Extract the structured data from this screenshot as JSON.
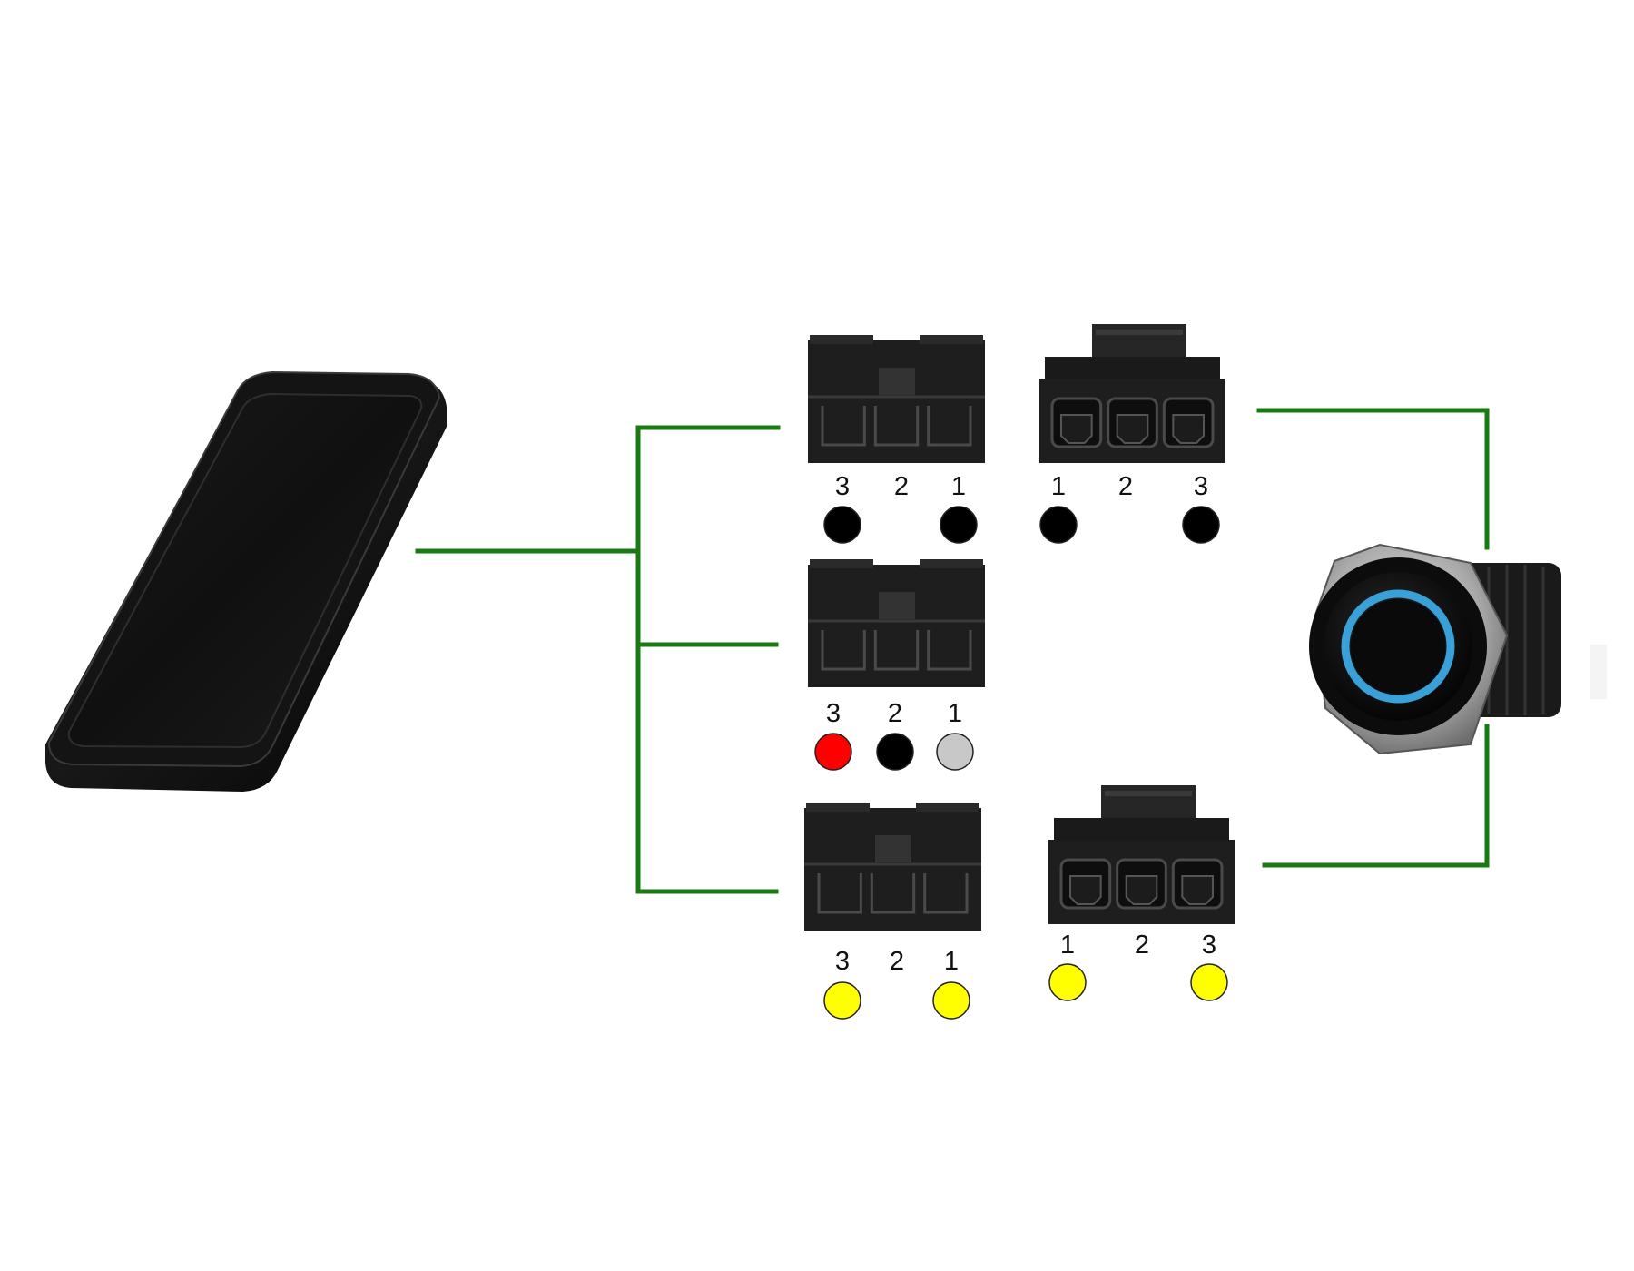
{
  "colors": {
    "wire": "#1a7a12",
    "connector_body": "#1e1e1e",
    "pin_black": "#000000",
    "pin_red": "#ff0000",
    "pin_gray": "#c8c8c8",
    "pin_yellow": "#ffff00",
    "led_ring": "#3aa0d8"
  },
  "devices": {
    "controller": {
      "icon": "handheld-remote-enclosure-icon"
    },
    "push_button": {
      "icon": "illuminated-push-button-icon"
    }
  },
  "connectors": [
    {
      "id": "top-female",
      "icon": "female-3pin-connector-icon",
      "pins": [
        {
          "label": "3",
          "color": "pin_black"
        },
        {
          "label": "2",
          "color": "none"
        },
        {
          "label": "1",
          "color": "pin_black"
        }
      ]
    },
    {
      "id": "top-male",
      "icon": "male-3pin-connector-icon",
      "pins": [
        {
          "label": "1",
          "color": "pin_black"
        },
        {
          "label": "2",
          "color": "none"
        },
        {
          "label": "3",
          "color": "pin_black"
        }
      ]
    },
    {
      "id": "middle-female",
      "icon": "female-3pin-connector-icon",
      "pins": [
        {
          "label": "3",
          "color": "pin_red"
        },
        {
          "label": "2",
          "color": "pin_black"
        },
        {
          "label": "1",
          "color": "pin_gray"
        }
      ]
    },
    {
      "id": "bottom-female",
      "icon": "female-3pin-connector-icon",
      "pins": [
        {
          "label": "3",
          "color": "pin_yellow"
        },
        {
          "label": "2",
          "color": "none"
        },
        {
          "label": "1",
          "color": "pin_yellow"
        }
      ]
    },
    {
      "id": "bottom-male",
      "icon": "male-3pin-connector-icon",
      "pins": [
        {
          "label": "1",
          "color": "pin_yellow"
        },
        {
          "label": "2",
          "color": "none"
        },
        {
          "label": "3",
          "color": "pin_yellow"
        }
      ]
    }
  ]
}
